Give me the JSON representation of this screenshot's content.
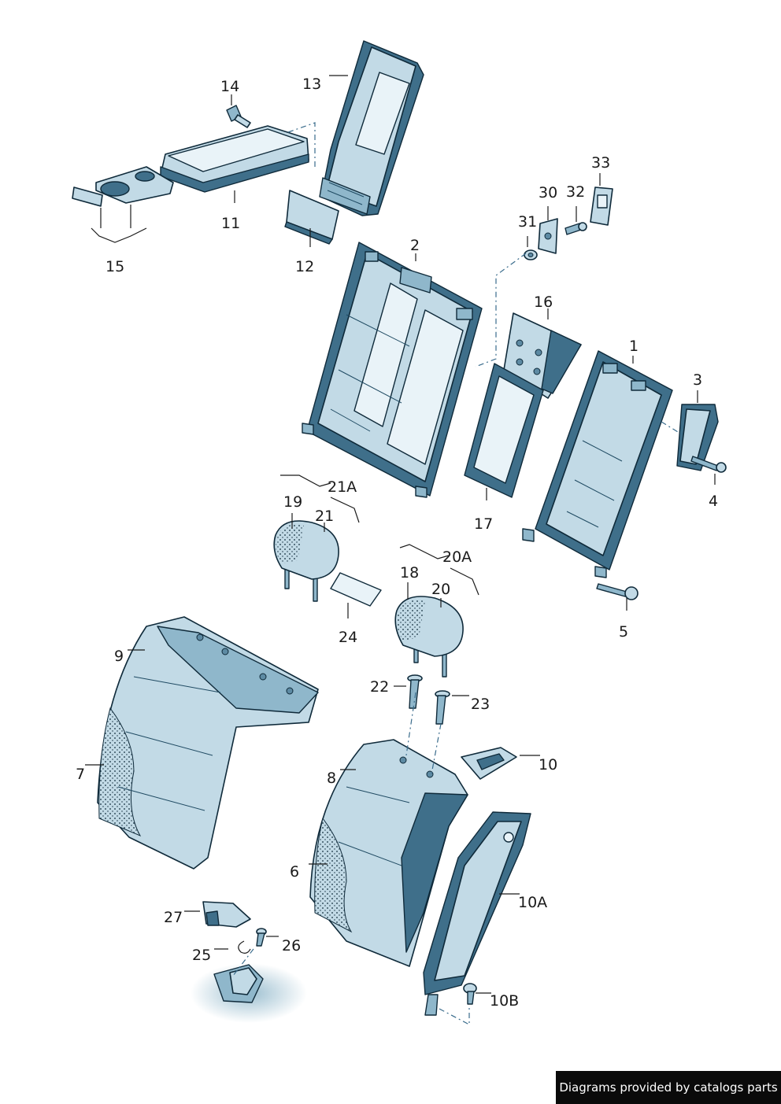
{
  "labels": {
    "l1": "1",
    "l2": "2",
    "l3": "3",
    "l4": "4",
    "l5": "5",
    "l6": "6",
    "l7": "7",
    "l8": "8",
    "l9": "9",
    "l10": "10",
    "l10A": "10A",
    "l10B": "10B",
    "l11": "11",
    "l12": "12",
    "l13": "13",
    "l14": "14",
    "l15": "15",
    "l16": "16",
    "l17": "17",
    "l18": "18",
    "l19": "19",
    "l20": "20",
    "l20A": "20A",
    "l21": "21",
    "l21A": "21A",
    "l22": "22",
    "l23": "23",
    "l24": "24",
    "l25": "25",
    "l26": "26",
    "l27": "27",
    "l30": "30",
    "l31": "31",
    "l32": "32",
    "l33": "33"
  },
  "footer": {
    "text": "Diagrams provided by catalogs parts"
  },
  "colors": {
    "part_fill": "#c2dae6",
    "part_dark": "#3f6f8a",
    "outline": "#0f2a3a",
    "footer_bg": "#0a0a0a"
  }
}
